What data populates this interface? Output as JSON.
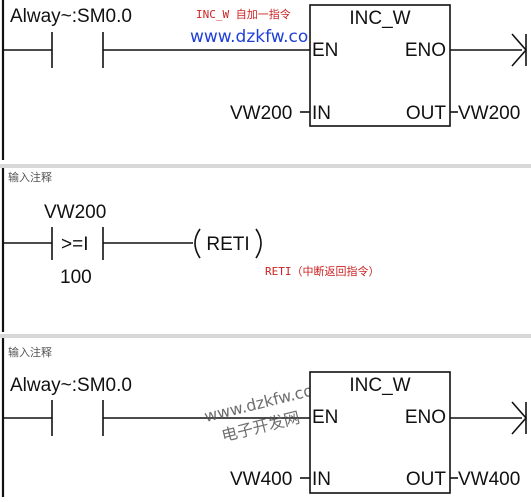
{
  "network1": {
    "contact_label": "Alway~:SM0.0",
    "annotation": "INC_W 自加一指令",
    "watermark": "www.dzkfw.com.cn",
    "box": {
      "title": "INC_W",
      "en": "EN",
      "eno": "ENO",
      "in": "IN",
      "out": "OUT"
    },
    "in_operand": "VW200",
    "out_operand": "VW200"
  },
  "network2": {
    "comment": "输入注释",
    "compare_operand": "VW200",
    "compare_op": ">=I",
    "compare_value": "100",
    "coil": "RETI",
    "annotation": "RETI（中断返回指令）",
    "colors": {
      "compare_value": "#808000"
    }
  },
  "network3": {
    "comment": "输入注释",
    "contact_label": "Alway~:SM0.0",
    "watermark_url": "www.dzkfw.com.cn",
    "watermark_name": "电子开发网",
    "box": {
      "title": "INC_W",
      "en": "EN",
      "eno": "ENO",
      "in": "IN",
      "out": "OUT"
    },
    "in_operand": "VW400",
    "out_operand": "VW400"
  },
  "colors": {
    "watermark_blue": "#1f3fd8",
    "annotation_red": "#cc2222",
    "separator": "#d8d8d8"
  }
}
